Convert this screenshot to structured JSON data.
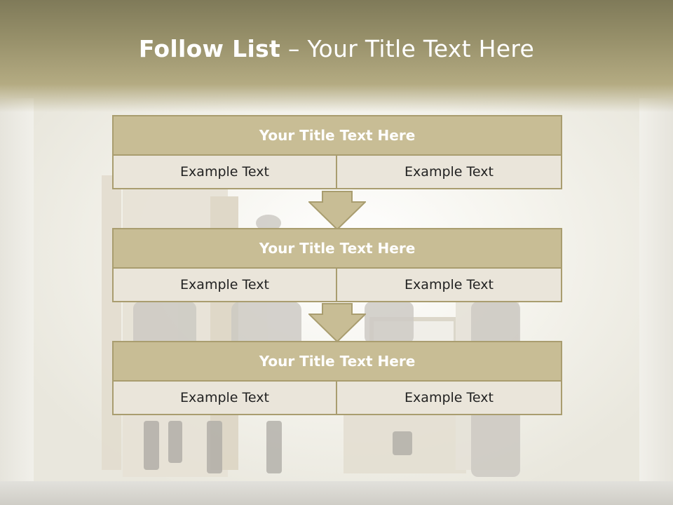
{
  "title": {
    "bold": "Follow List",
    "rest": " – Your Title Text Here"
  },
  "blocks": [
    {
      "title": "Your Title Text Here",
      "left": "Example Text",
      "right": "Example Text"
    },
    {
      "title": "Your Title Text Here",
      "left": "Example Text",
      "right": "Example Text"
    },
    {
      "title": "Your Title Text Here",
      "left": "Example Text",
      "right": "Example Text"
    }
  ],
  "colors": {
    "header": "#8f8863",
    "block_title_fill": "#c8bd95",
    "cell_fill": "#eae5da",
    "border": "#a99d6f"
  }
}
